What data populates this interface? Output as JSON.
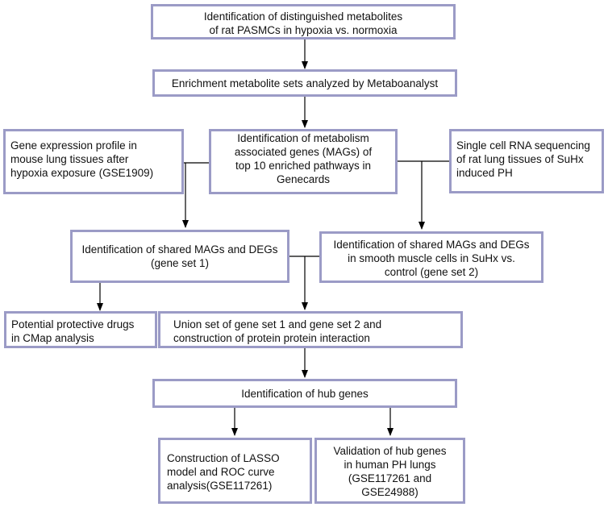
{
  "diagram": {
    "border_color": "#9b9bc6",
    "line_color": "#000000",
    "boxes": {
      "b1": "Identification of distinguished metabolites\nof rat PASMCs in hypoxia vs. normoxia",
      "b2": "Enrichment metabolite sets analyzed by Metaboanalyst",
      "b3": "Gene expression profile in\nmouse lung tissues after\nhypoxia exposure (GSE1909)",
      "b4": "Identification of metabolism\nassociated genes (MAGs) of\ntop 10 enriched pathways in\nGenecards",
      "b5": "Single cell RNA sequencing\nof rat lung tissues of SuHx\ninduced PH",
      "b6": "Identification of shared MAGs and DEGs\n(gene set 1)",
      "b7": "Identification of shared MAGs and DEGs\nin smooth muscle cells in SuHx vs.\ncontrol (gene set 2)",
      "b8": "Potential protective drugs\nin CMap analysis",
      "b9": "Union set of  gene set 1 and gene set 2 and\nconstruction of protein protein interaction",
      "b10": "Identification of hub genes",
      "b11": "Construction of LASSO\nmodel and ROC curve\nanalysis(GSE117261)",
      "b12": "Validation of hub genes\nin human PH lungs\n(GSE117261 and\nGSE24988)"
    }
  }
}
